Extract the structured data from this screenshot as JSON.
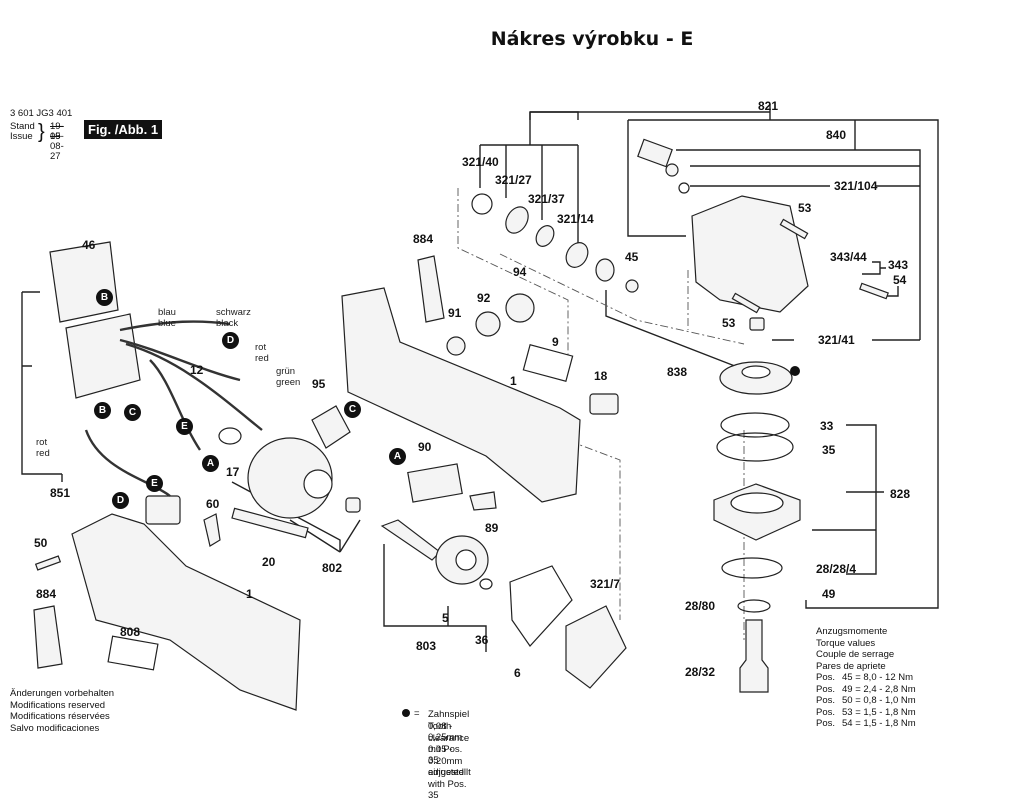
{
  "header": {
    "title": "Nákres výrobku - E"
  },
  "document": {
    "part_number": "3 601 JG3 401",
    "stand_label": "Stand",
    "issue_label": "Issue",
    "stand_date_struck": "19-05",
    "issue_date": "19-08-27",
    "figure_label": "Fig. /Abb. 1"
  },
  "parts": {
    "p821": "821",
    "p840": "840",
    "p321_104": "321/104",
    "p321_40": "321/40",
    "p321_27": "321/27",
    "p321_37": "321/37",
    "p321_14": "321/14",
    "p53a": "53",
    "p53b": "53",
    "p343_44": "343/44",
    "p343": "343",
    "p54": "54",
    "p321_41": "321/41",
    "p45": "45",
    "p884a": "884",
    "p884b": "884",
    "p94": "94",
    "p92": "92",
    "p91": "91",
    "p9": "9",
    "p18": "18",
    "p1a": "1",
    "p1b": "1",
    "p838": "838",
    "p33": "33",
    "p35": "35",
    "p828": "828",
    "p28_28_4": "28/28/4",
    "p49": "49",
    "p28_80": "28/80",
    "p28_32": "28/32",
    "p46": "46",
    "p12": "12",
    "p17": "17",
    "p95": "95",
    "p90": "90",
    "p89": "89",
    "p851": "851",
    "p60": "60",
    "p20": "20",
    "p802": "802",
    "p50": "50",
    "p808": "808",
    "p5": "5",
    "p36": "36",
    "p803": "803",
    "p6": "6",
    "p321_7": "321/7"
  },
  "wire_labels": {
    "blue_de": "blau",
    "blue_en": "blue",
    "black_de": "schwarz",
    "black_en": "black",
    "red_de": "rot",
    "red_en": "red",
    "green_de": "grün",
    "green_en": "green",
    "red2_de": "rot",
    "red2_en": "red"
  },
  "connectors": {
    "A": "A",
    "B": "B",
    "C": "C",
    "D": "D",
    "E": "E"
  },
  "notes": {
    "lines": [
      "Änderungen vorbehalten",
      "Modifications reserved",
      "Modifications réservées",
      "Salvo modificaciones"
    ]
  },
  "torque": {
    "heading": [
      "Anzugsmomente",
      "Torque values",
      "Couple de serrage",
      "Pares de apriete"
    ],
    "rows": [
      {
        "pos": "Pos.",
        "value": "45 = 8,0 - 12  Nm"
      },
      {
        "pos": "Pos.",
        "value": "49 = 2,4 - 2,8 Nm"
      },
      {
        "pos": "Pos.",
        "value": "50 = 0,8 - 1,0 Nm"
      },
      {
        "pos": "Pos.",
        "value": "53 = 1,5 - 1,8 Nm"
      },
      {
        "pos": "Pos.",
        "value": "54 = 1,5 - 1,8 Nm"
      }
    ]
  },
  "clearance": {
    "symbol": "=",
    "line1": "Zahnspiel 0,08 - 0,25mm mit Pos. 35 eingestellt",
    "line2": "Tooth clearance 0.05 - 0.20mm adjusted with Pos. 35"
  }
}
